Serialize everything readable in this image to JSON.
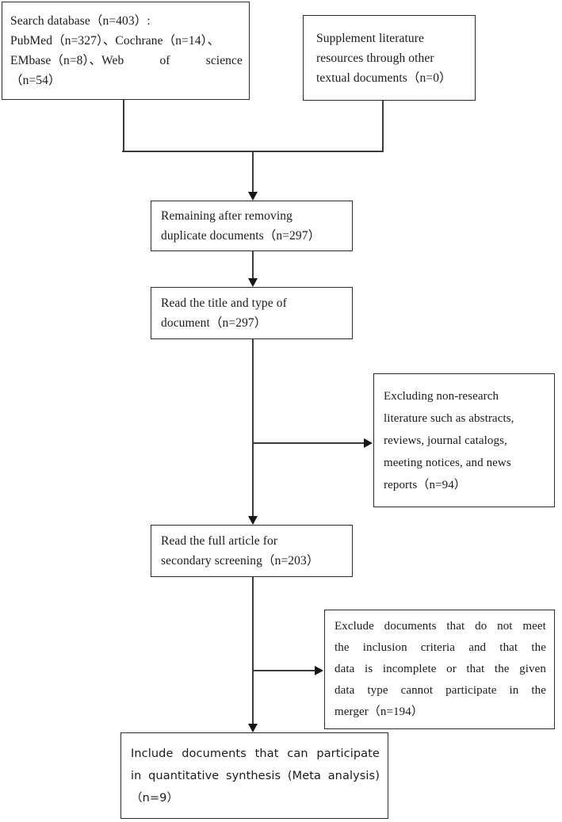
{
  "diagram": {
    "title": "PRISMA literature screening flow diagram",
    "type": "flowchart",
    "line_color": "#3b3b3b",
    "box_border_color": "#2b2b2b",
    "background": "#ffffff"
  },
  "boxes": {
    "search": {
      "name": "search-database-box",
      "lines": [
        "Search database（n=403）:",
        "PubMed（n=327）、Cochrane（n=14）、",
        "EMbase（n=8）、Web of science",
        "（n=54）"
      ],
      "total": 403,
      "sources": [
        {
          "label": "PubMed",
          "n": 327
        },
        {
          "label": "Cochrane",
          "n": 14
        },
        {
          "label": "EMbase",
          "n": 8
        },
        {
          "label": "Web of science",
          "n": 54
        }
      ]
    },
    "supplement": {
      "name": "supplement-literature-box",
      "lines": [
        "Supplement literature",
        "resources through other",
        "textual documents（n=0）"
      ],
      "n": 0
    },
    "dedup": {
      "name": "remaining-after-dedup-box",
      "lines": [
        "Remaining after removing",
        "duplicate documents（n=297）"
      ],
      "n": 297
    },
    "title_screen": {
      "name": "read-title-and-type-box",
      "lines": [
        "Read the title and type of",
        "document（n=297）"
      ],
      "n": 297
    },
    "exclude_first": {
      "name": "exclude-non-research-box",
      "lines": [
        "Excluding non-research",
        "literature such as abstracts,",
        "reviews, journal catalogs,",
        "meeting notices, and news",
        "reports（n=94）"
      ],
      "n": 94
    },
    "full_text": {
      "name": "read-full-article-box",
      "lines": [
        "Read the full article for",
        "secondary screening（n=203）"
      ],
      "n": 203
    },
    "exclude_second": {
      "name": "exclude-not-meeting-criteria-box",
      "lines": [
        "Exclude documents that do not meet",
        "the inclusion criteria and that the",
        "data is incomplete or that the given",
        "data type cannot participate in the",
        "merger（n=194）"
      ],
      "n": 194
    },
    "include": {
      "name": "included-studies-box",
      "lines": [
        "Include documents that can participate",
        "in quantitative synthesis (Meta analysis)",
        "（n=9）"
      ],
      "n": 9
    }
  }
}
